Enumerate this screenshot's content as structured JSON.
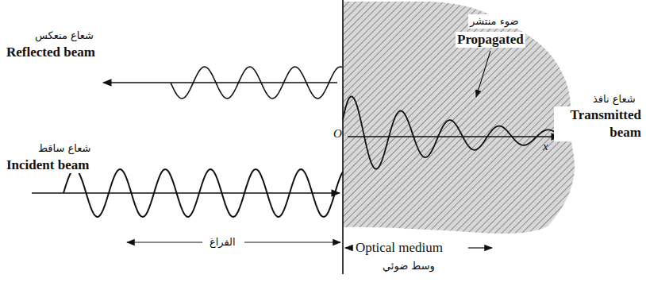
{
  "diagram": {
    "labels": [
      "شعاع منعكس",
      "Reflected beam",
      "ضوء منتشر",
      "Propagated",
      "شعاع نافذ",
      "Transmitted beam",
      "O",
      "x",
      "شعاع ساقط",
      "Incident beam",
      "الفراغ",
      "Optical medium",
      "وسط ضوئي"
    ]
  }
}
